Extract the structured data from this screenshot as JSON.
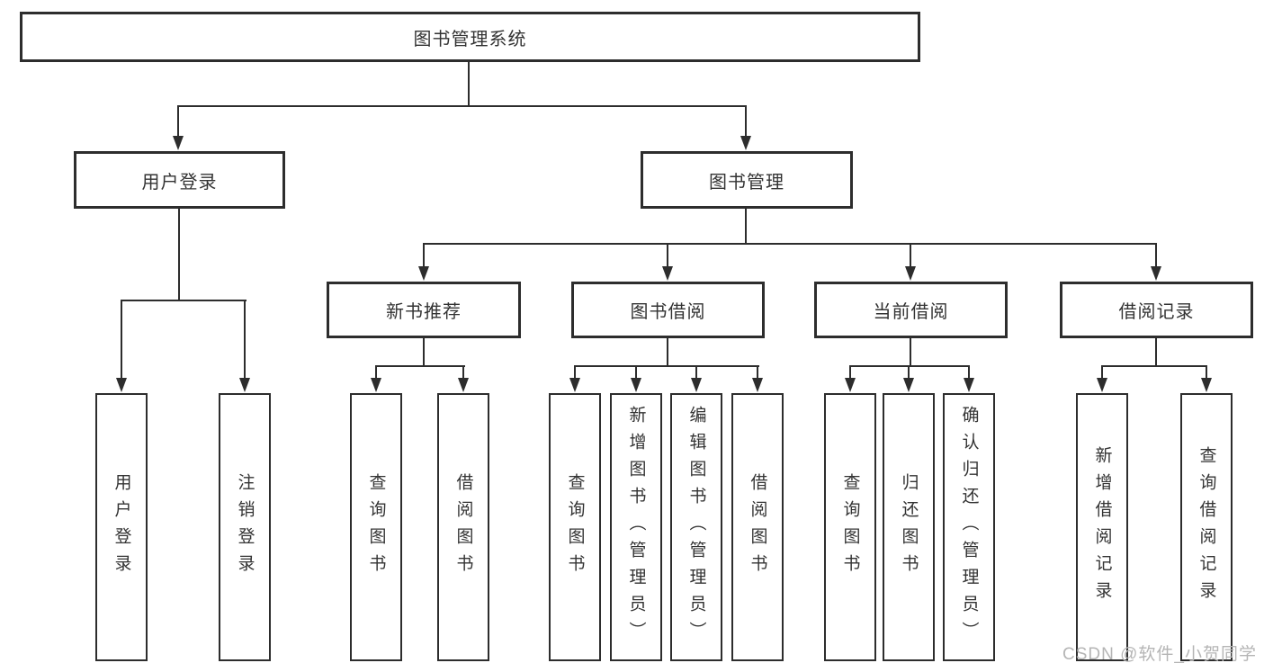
{
  "colors": {
    "background": "#ffffff",
    "line": "#2d2d2d",
    "text": "#333333",
    "watermark_text": "#b5b5b5"
  },
  "nodes": {
    "root": {
      "label": "图书管理系统"
    },
    "user_login": {
      "label": "用户登录"
    },
    "book_mgmt": {
      "label": "图书管理"
    },
    "new_book_rec": {
      "label": "新书推荐"
    },
    "book_borrow": {
      "label": "图书借阅"
    },
    "current_borrow": {
      "label": "当前借阅"
    },
    "borrow_record": {
      "label": "借阅记录"
    },
    "leaf_user_login": {
      "label": "用户登录"
    },
    "leaf_logout": {
      "label": "注销登录"
    },
    "nb_query": {
      "label": "查询图书"
    },
    "nb_borrow": {
      "label": "借阅图书"
    },
    "bb_query": {
      "label": "查询图书"
    },
    "bb_add": {
      "label": "新增图书（管理员）"
    },
    "bb_edit": {
      "label": "编辑图书（管理员）"
    },
    "bb_borrow": {
      "label": "借阅图书"
    },
    "cb_query": {
      "label": "查询图书"
    },
    "cb_return": {
      "label": "归还图书"
    },
    "cb_confirm": {
      "label": "确认归还（管理员）"
    },
    "br_add": {
      "label": "新增借阅记录"
    },
    "br_query": {
      "label": "查询借阅记录"
    }
  },
  "watermark": {
    "label": "CSDN @软件_小贺同学"
  }
}
